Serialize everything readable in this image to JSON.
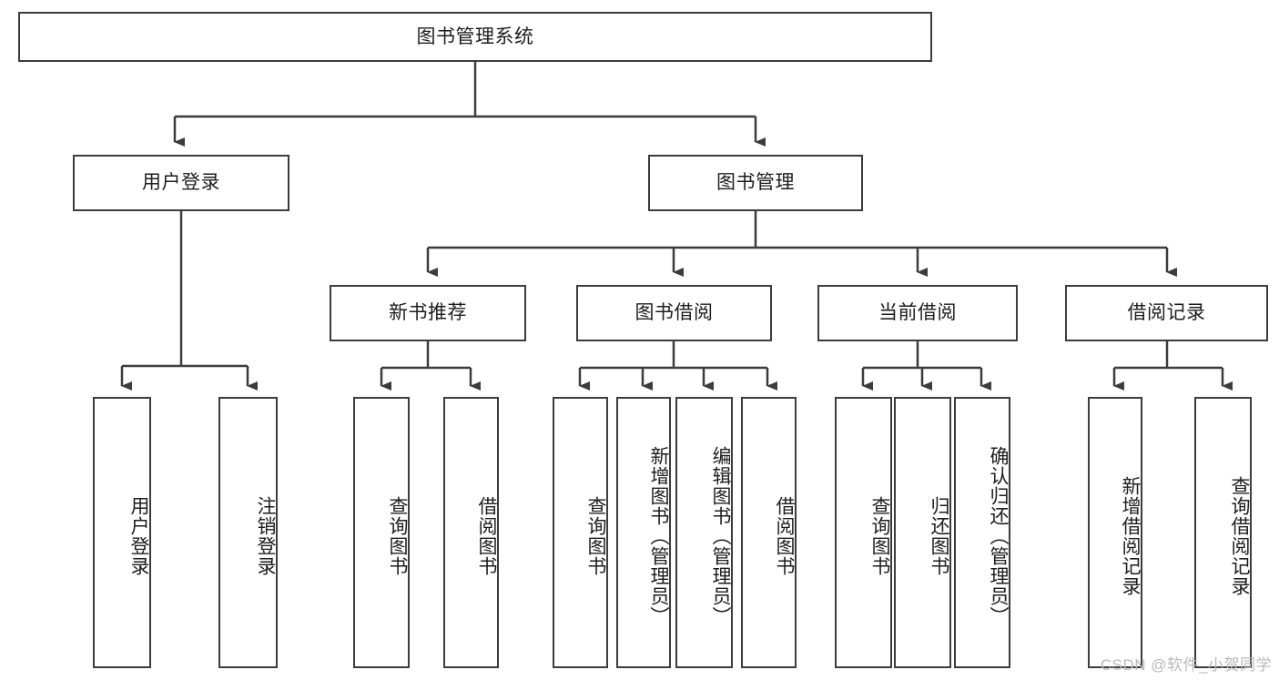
{
  "diagram": {
    "title": "图书管理系统",
    "type": "tree-hierarchy-diagram",
    "style": {
      "background": "#ffffff",
      "box_border": "#3c3c3c",
      "box_fill": "#ffffff",
      "connector": "#3c3c3c",
      "text": "#1d1d1d",
      "watermark": "#b9b9b9"
    },
    "nodes": {
      "root": {
        "label": "图书管理系统"
      },
      "level1": [
        {
          "label": "用户登录"
        },
        {
          "label": "图书管理"
        }
      ],
      "level2": [
        {
          "label": "新书推荐"
        },
        {
          "label": "图书借阅"
        },
        {
          "label": "当前借阅"
        },
        {
          "label": "借阅记录"
        }
      ],
      "leaves": [
        {
          "label": "用户登录",
          "parent": "用户登录"
        },
        {
          "label": "注销登录",
          "parent": "用户登录"
        },
        {
          "label": "查询图书",
          "parent": "新书推荐"
        },
        {
          "label": "借阅图书",
          "parent": "新书推荐"
        },
        {
          "label": "查询图书",
          "parent": "图书借阅"
        },
        {
          "label": "新增图书（管理员）",
          "parent": "图书借阅"
        },
        {
          "label": "编辑图书（管理员）",
          "parent": "图书借阅"
        },
        {
          "label": "借阅图书",
          "parent": "图书借阅"
        },
        {
          "label": "查询图书",
          "parent": "当前借阅"
        },
        {
          "label": "归还图书",
          "parent": "当前借阅"
        },
        {
          "label": "确认归还（管理员）",
          "parent": "当前借阅"
        },
        {
          "label": "新增借阅记录",
          "parent": "借阅记录"
        },
        {
          "label": "查询借阅记录",
          "parent": "借阅记录"
        }
      ]
    },
    "watermark": "CSDN @软件_小贺同学"
  }
}
